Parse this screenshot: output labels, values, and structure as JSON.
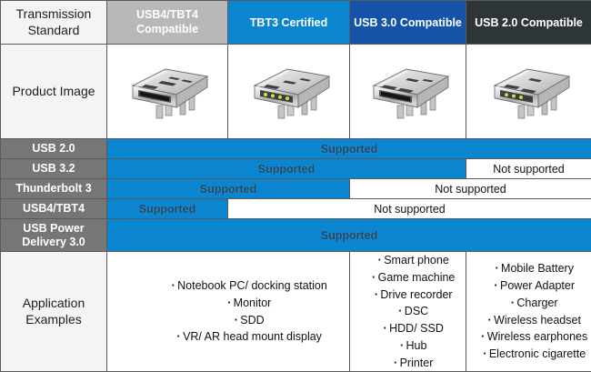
{
  "table": {
    "row_headers": {
      "transmission_standard": "Transmission\nStandard",
      "product_image": "Product Image",
      "application_examples": "Application\nExamples"
    },
    "columns": [
      {
        "label": "USB4/TBT4\nCompatible",
        "bg": "#b8b8b8",
        "fg": "#ffffff"
      },
      {
        "label": "TBT3 Certified",
        "bg": "#0b85d0",
        "fg": "#ffffff"
      },
      {
        "label": "USB 3.0 Compatible",
        "bg": "#1454a8",
        "fg": "#ffffff"
      },
      {
        "label": "USB 2.0 Compatible",
        "bg": "#2e3538",
        "fg": "#ffffff"
      }
    ],
    "product_images": [
      {
        "alt": "usb-c-connector-usb4-tbt4"
      },
      {
        "alt": "usb-c-connector-tbt3"
      },
      {
        "alt": "usb-c-connector-usb30"
      },
      {
        "alt": "usb-c-connector-usb20"
      }
    ],
    "support_rows": [
      {
        "label": "USB 2.0",
        "cells": [
          {
            "text": "Supported",
            "state": "supported",
            "span": 4
          }
        ]
      },
      {
        "label": "USB 3.2",
        "cells": [
          {
            "text": "Supported",
            "state": "supported",
            "span": 3
          },
          {
            "text": "Not supported",
            "state": "not-supported",
            "span": 1
          }
        ]
      },
      {
        "label": "Thunderbolt 3",
        "cells": [
          {
            "text": "Supported",
            "state": "supported",
            "span": 2
          },
          {
            "text": "Not supported",
            "state": "not-supported",
            "span": 2
          }
        ]
      },
      {
        "label": "USB4/TBT4",
        "cells": [
          {
            "text": "Supported",
            "state": "supported",
            "span": 1
          },
          {
            "text": "Not supported",
            "state": "not-supported",
            "span": 3
          }
        ]
      },
      {
        "label": "USB Power\nDelivery 3.0",
        "cells": [
          {
            "text": "Supported",
            "state": "supported",
            "span": 4
          }
        ]
      }
    ],
    "application_examples": [
      {
        "span": 2,
        "items": [
          "Notebook PC/ docking station",
          "Monitor",
          "SDD",
          "VR/ AR head mount display"
        ]
      },
      {
        "span": 1,
        "items": [
          "Smart phone",
          "Game machine",
          "Drive recorder",
          "DSC",
          "HDD/ SSD",
          "Hub",
          "Printer"
        ]
      },
      {
        "span": 1,
        "items": [
          "Mobile Battery",
          "Power Adapter",
          "Charger",
          "Wireless headset",
          "Wireless earphones",
          "Electronic cigarette"
        ]
      }
    ]
  },
  "colors": {
    "blue_supported": "#0b85d0",
    "blue_usb30": "#1454a8",
    "gray_usb4": "#b8b8b8",
    "gray_label": "#767676",
    "dark_usb20": "#2e3538",
    "light_panel": "#f4f4f4",
    "border": "#5a5a5a"
  }
}
